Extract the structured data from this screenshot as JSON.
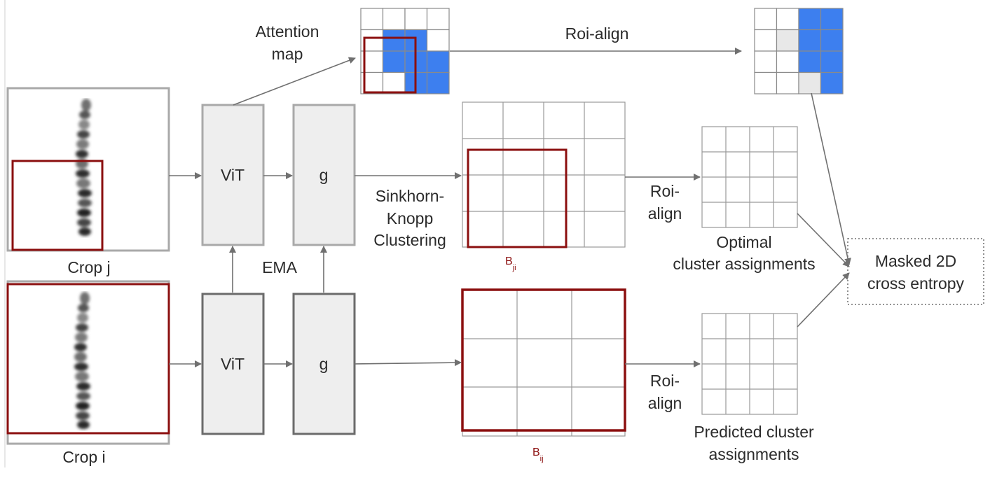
{
  "colors": {
    "accent_red": "#8b0f0f",
    "attention_blue": "#3d7fef",
    "attention_gray": "#e8e8e8",
    "box_fill": "#eeeeee",
    "student_border": "#a9a9a9",
    "teacher_border": "#6b6b6b",
    "grid_line": "#9a9a9a",
    "arrow": "#707070"
  },
  "labels": {
    "attention_map_line1": "Attention",
    "attention_map_line2": "map",
    "roi_align_top": "Roi-align",
    "vit_top": "ViT",
    "g_top": "g",
    "vit_bottom": "ViT",
    "g_bottom": "g",
    "ema": "EMA",
    "sinkhorn_line1": "Sinkhorn-",
    "sinkhorn_line2": "Knopp",
    "sinkhorn_line3": "Clustering",
    "roi_mid_line1": "Roi-",
    "roi_mid_line2": "align",
    "roi_bot_line1": "Roi-",
    "roi_bot_line2": "align",
    "optimal_line1": "Optimal",
    "optimal_line2": "cluster assignments",
    "predicted_line1": "Predicted cluster",
    "predicted_line2": "assignments",
    "loss_line1": "Masked 2D",
    "loss_line2": "cross entropy",
    "crop_j": "Crop j",
    "crop_i": "Crop i",
    "b_ji_main": "B",
    "b_ji_sub": "ji",
    "b_ij_main": "B",
    "b_ij_sub": "ij"
  },
  "icons": {
    "chromosome_image": "chromosome-icon"
  },
  "attention_map": {
    "rows": 4,
    "cols": 4,
    "blue_cells": [
      [
        1,
        1
      ],
      [
        1,
        2
      ],
      [
        2,
        1
      ],
      [
        2,
        2
      ],
      [
        2,
        3
      ],
      [
        3,
        2
      ],
      [
        3,
        3
      ]
    ]
  },
  "aligned_attention_map": {
    "rows": 4,
    "cols": 4,
    "blue_cells": [
      [
        0,
        2
      ],
      [
        0,
        3
      ],
      [
        1,
        2
      ],
      [
        1,
        3
      ],
      [
        2,
        2
      ],
      [
        2,
        3
      ],
      [
        3,
        3
      ]
    ],
    "gray_cells": [
      [
        1,
        1
      ],
      [
        3,
        2
      ]
    ]
  }
}
